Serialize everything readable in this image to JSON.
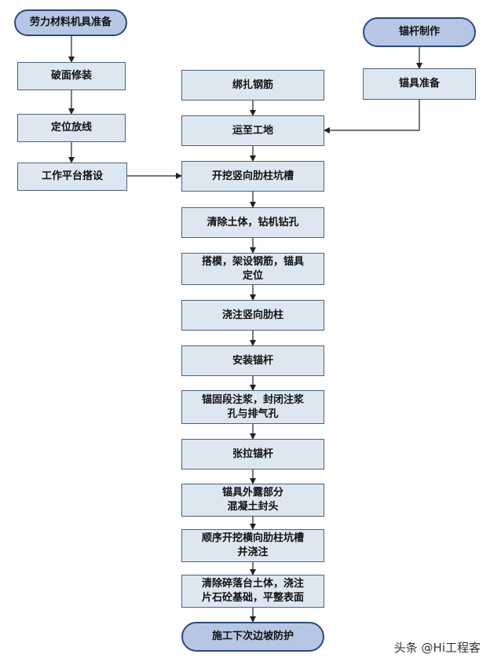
{
  "flowchart": {
    "left_column": {
      "start": "劳力材料机具准备",
      "steps": [
        "破面修装",
        "定位放线",
        "工作平台搭设"
      ]
    },
    "right_column": {
      "start": "锚杆制作",
      "steps": [
        "锚具准备"
      ]
    },
    "main_column": {
      "steps": [
        "绑扎钢筋",
        "运至工地",
        "开挖竖向肋柱坑槽",
        "清除土体，钻机钻孔",
        "搭模，架设钢筋，锚具\n定位",
        "浇注竖向肋柱",
        "安装锚杆",
        "锚固段注浆，封闭注浆\n孔与排气孔",
        "张拉锚杆",
        "锚具外露部分\n混凝土封头",
        "顺序开挖横向肋柱坑槽\n并浇注",
        "清除碎落台土体，浇注\n片石砼基础，平整表面"
      ],
      "end": "施工下次边坡防护"
    }
  },
  "colors": {
    "box_fill": "#dde7f2",
    "box_border": "#4d6278",
    "terminal_fill": "#b6c6e4",
    "terminal_border": "#2b4a7a",
    "connector": "#222222"
  },
  "watermark": "头条 @Hi工程客"
}
